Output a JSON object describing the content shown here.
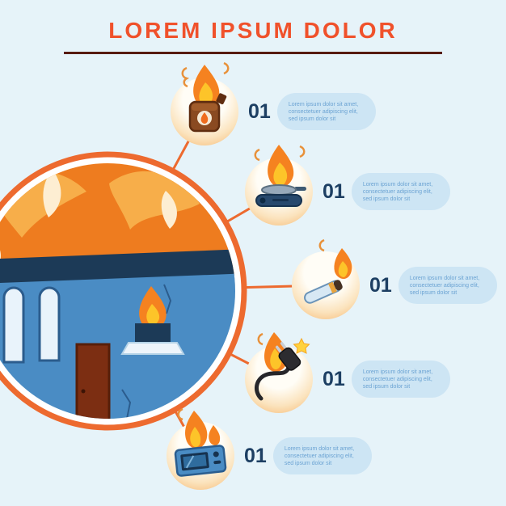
{
  "title": "LOREM IPSUM DOLOR",
  "colors": {
    "background": "#e6f3f9",
    "accent_orange": "#f0512b",
    "divider_maroon": "#571b09",
    "flame_orange": "#f58220",
    "flame_yellow": "#fdc429",
    "circle_ring": "#ed6a2f",
    "house_blue": "#4a8cc4",
    "roof_navy": "#1c3a57",
    "pill_bg": "#cde5f4",
    "pill_text": "#6ba3d3",
    "number_color": "#1d3f63"
  },
  "illustration": {
    "name": "burning-house-in-circle",
    "connected_items": 5
  },
  "items": [
    {
      "number": "01",
      "icon": "fuel-can-icon",
      "text": "Lorem ipsum dolor sit amet, consectetuer adipiscing elit, sed ipsum dolor sit"
    },
    {
      "number": "01",
      "icon": "stove-pan-icon",
      "text": "Lorem ipsum dolor sit amet, consectetuer adipiscing elit, sed ipsum dolor sit"
    },
    {
      "number": "01",
      "icon": "cigarette-icon",
      "text": "Lorem ipsum dolor sit amet, consectetuer adipiscing elit, sed ipsum dolor sit"
    },
    {
      "number": "01",
      "icon": "electric-plug-icon",
      "text": "Lorem ipsum dolor sit amet, consectetuer adipiscing elit, sed ipsum dolor sit"
    },
    {
      "number": "01",
      "icon": "microwave-icon",
      "text": "Lorem ipsum dolor sit amet, consectetuer adipiscing elit, sed ipsum dolor sit"
    }
  ]
}
